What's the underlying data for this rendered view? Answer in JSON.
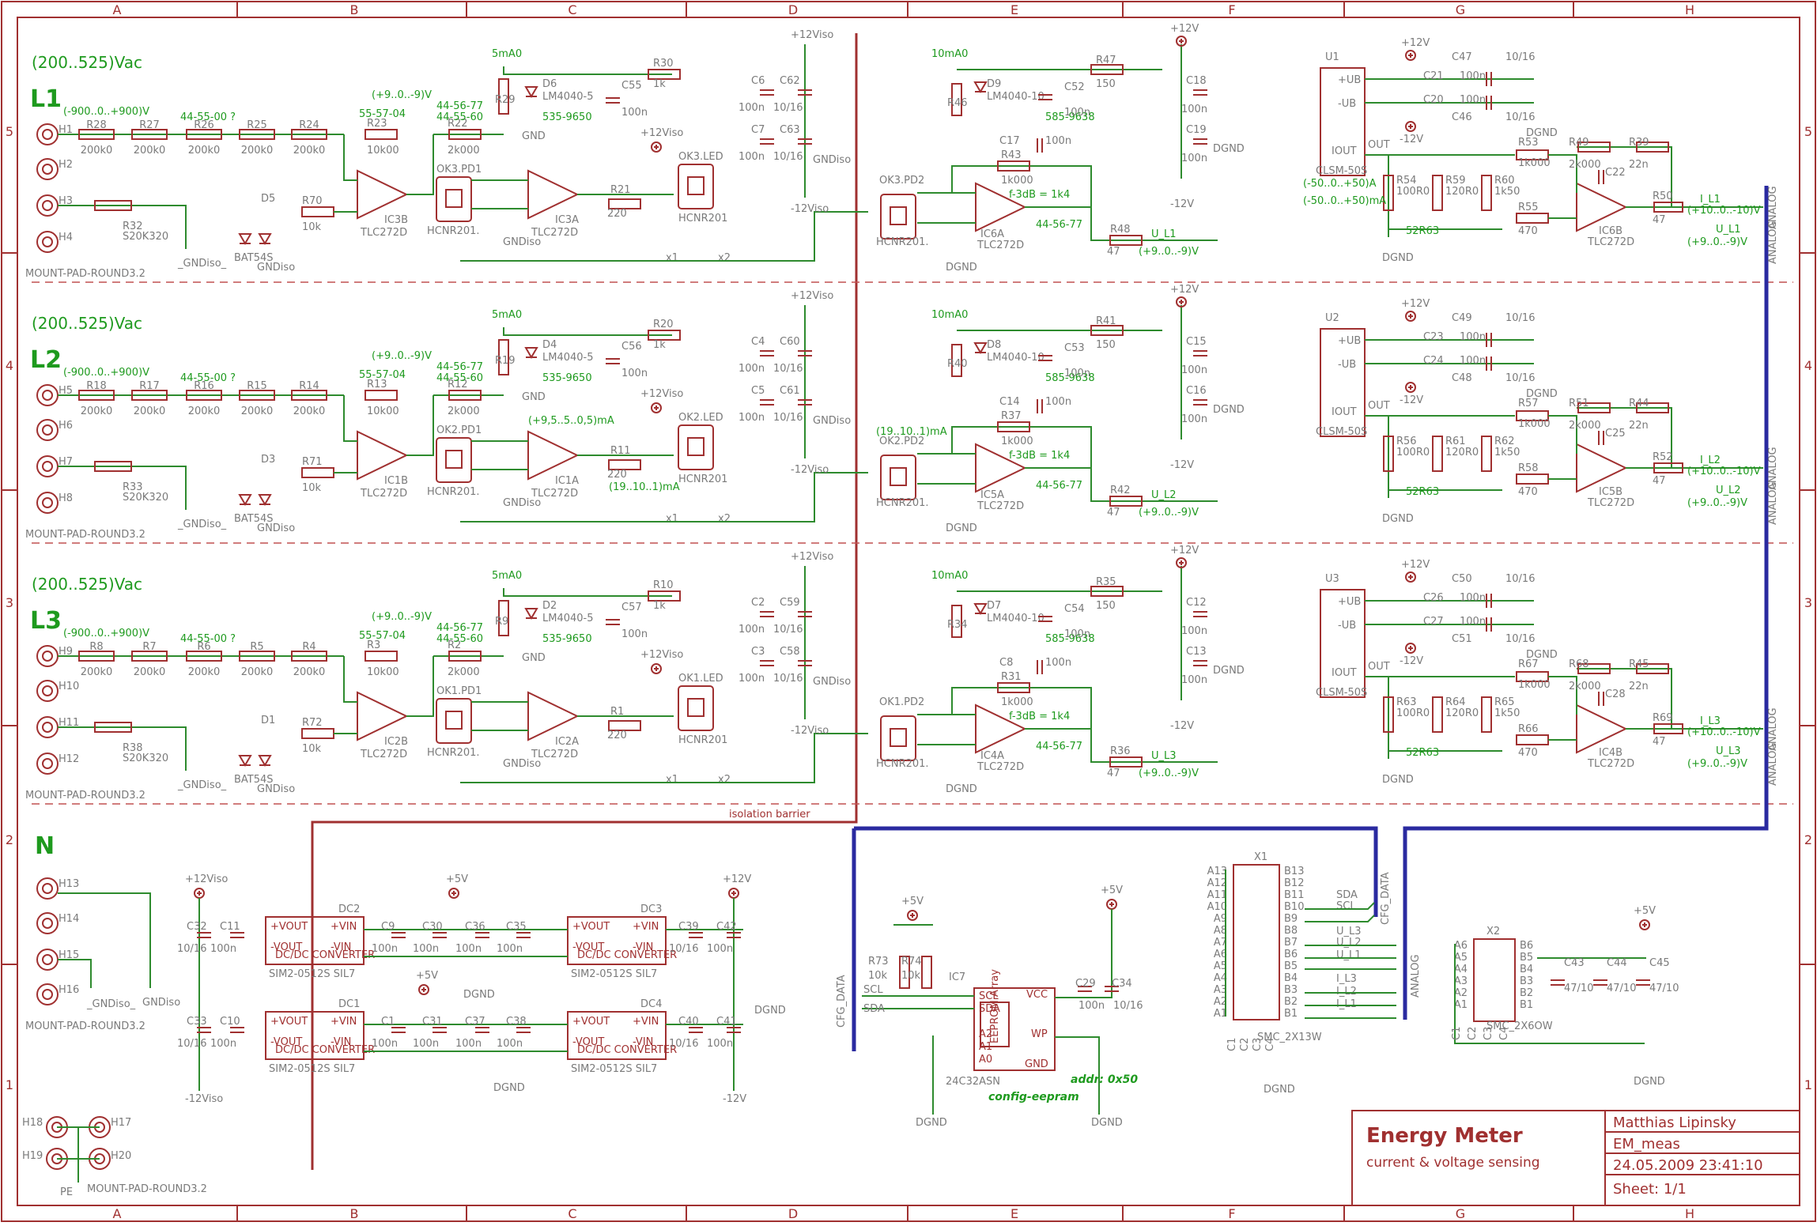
{
  "title_block": {
    "title": "Energy Meter",
    "subtitle": "current & voltage sensing",
    "author": "Matthias Lipinsky",
    "project": "EM_meas",
    "date": "24.05.2009 23:41:10",
    "sheet": "Sheet: 1/1"
  },
  "grid": {
    "columns": [
      "A",
      "B",
      "C",
      "D",
      "E",
      "F",
      "G",
      "H"
    ],
    "rows": [
      "5",
      "4",
      "3",
      "2",
      "1"
    ]
  },
  "phases": [
    {
      "name": "L1",
      "vac": "(200..525)Vac",
      "volt_range": "(-900..0..+900)V",
      "chain": [
        "R28",
        "R27",
        "R26",
        "R25",
        "R24"
      ],
      "chain_value": "200k0",
      "chain_code": "44-55-00 ?",
      "pads": [
        "H1",
        "H2",
        "H3",
        "H4"
      ],
      "varistor": "R32",
      "varistor_value": "S20K320",
      "gnd": "_GNDiso_",
      "diode": "D5",
      "diode_value": "BAT54S",
      "r_in": "R70",
      "r_in_value": "10k",
      "op_amp": "IC3B",
      "r_fb": "R23",
      "r_fb_value": "10k00",
      "fb_code": "55-57-04",
      "op_range": "(+9..0..-9)V",
      "r_led": "R22",
      "r_led_value": "2k000",
      "codes": [
        "44-56-77",
        "44-55-60"
      ],
      "opto": "OK3.PD1",
      "opto_value": "HCNR201.",
      "op_amp2": "IC3A",
      "r_out": "R21",
      "r_out_value": "220",
      "led": "OK3.LED",
      "led_value": "HCNR201",
      "ref_res": "R29",
      "ref_diode": "D6",
      "ref_diode_value": "LM4040-5",
      "ref_cur": "5mA0",
      "ref_code": "535-9650",
      "r_top": "R30",
      "r_top_value": "1k",
      "c_top": "C55",
      "c_top_value": "100n",
      "caps_iso": [
        "C6",
        "C62",
        "C7",
        "C63"
      ],
      "rx_opto": "OK3.PD2",
      "rx_op": "IC6A",
      "rx_fb": "R43",
      "rx_cap": "C17",
      "rx_ref_res": "R46",
      "rx_ref_diode": "D9",
      "rx_ref_value": "LM4040-10",
      "rx_cur": "10mA0",
      "rx_code": "585-9638",
      "rx_r": "R47",
      "rx_c": "C52",
      "rx_caps": [
        "C18",
        "C19"
      ],
      "rx_out_r": "R48",
      "out_net": "U_L1",
      "out_range": "(+9..0..-9)V",
      "sensor": "U1",
      "sensor_value": "CLSM-50S",
      "sensor_caps": [
        "C47",
        "C21",
        "C20",
        "C46"
      ],
      "burden": [
        "R54",
        "R59",
        "R60"
      ],
      "burden_values": [
        "100R0",
        "120R0",
        "1k50"
      ],
      "amp": "IC6B",
      "amp_r": [
        "R53",
        "R49",
        "R39",
        "R55"
      ],
      "amp_c": "C22",
      "amp_out_r": "R50",
      "amp_range": "(+10..0..-10)V",
      "cur_range": "(-50..0..+50)A",
      "cur_ma": "(-50..0..+50)mA",
      "node": "52R63",
      "i_net": "I_L1"
    },
    {
      "name": "L2",
      "vac": "(200..525)Vac",
      "volt_range": "(-900..0..+900)V",
      "chain": [
        "R18",
        "R17",
        "R16",
        "R15",
        "R14"
      ],
      "chain_value": "200k0",
      "chain_code": "44-55-00 ?",
      "pads": [
        "H5",
        "H6",
        "H7",
        "H8"
      ],
      "varistor": "R33",
      "varistor_value": "S20K320",
      "gnd": "_GNDiso_",
      "diode": "D3",
      "diode_value": "BAT54S",
      "r_in": "R71",
      "r_in_value": "10k",
      "op_amp": "IC1B",
      "r_fb": "R13",
      "r_fb_value": "10k00",
      "fb_code": "55-57-04",
      "op_range": "(+9..0..-9)V",
      "r_led": "R12",
      "r_led_value": "2k000",
      "codes": [
        "44-56-77",
        "44-55-60"
      ],
      "opto": "OK2.PD1",
      "opto_value": "HCNR201.",
      "op_amp2": "IC1A",
      "r_out": "R11",
      "r_out_value": "220",
      "led": "OK2.LED",
      "led_value": "HCNR201",
      "ref_res": "R19",
      "ref_diode": "D4",
      "ref_diode_value": "LM4040-5",
      "ref_cur": "5mA0",
      "ref_code": "535-9650",
      "r_top": "R20",
      "r_top_value": "1k",
      "c_top": "C56",
      "c_top_value": "100n",
      "caps_iso": [
        "C4",
        "C60",
        "C5",
        "C61"
      ],
      "rx_opto": "OK2.PD2",
      "rx_op": "IC5A",
      "rx_fb": "R37",
      "rx_cap": "C14",
      "rx_ref_res": "R40",
      "rx_ref_diode": "D8",
      "rx_ref_value": "LM4040-10",
      "rx_cur": "10mA0",
      "rx_code": "585-9638",
      "rx_r": "R41",
      "rx_c": "C53",
      "rx_caps": [
        "C15",
        "C16"
      ],
      "rx_out_r": "R42",
      "out_net": "U_L2",
      "out_range": "(+9..0..-9)V",
      "sensor": "U2",
      "sensor_value": "CLSM-50S",
      "sensor_caps": [
        "C49",
        "C23",
        "C24",
        "C48"
      ],
      "burden": [
        "R56",
        "R61",
        "R62"
      ],
      "burden_values": [
        "100R0",
        "120R0",
        "1k50"
      ],
      "amp": "IC5B",
      "amp_r": [
        "R57",
        "R51",
        "R44",
        "R58"
      ],
      "amp_c": "C25",
      "amp_out_r": "R52",
      "amp_range": "(+10..0..-10)V",
      "cur_range": "",
      "cur_ma": "",
      "node": "52R63",
      "i_net": "I_L2",
      "extra_led_cur": "(+9,5..5..0,5)mA",
      "extra_cur": "(19..10..1)mA"
    },
    {
      "name": "L3",
      "vac": "(200..525)Vac",
      "volt_range": "(-900..0..+900)V",
      "chain": [
        "R8",
        "R7",
        "R6",
        "R5",
        "R4"
      ],
      "chain_value": "200k0",
      "chain_code": "44-55-00 ?",
      "pads": [
        "H9",
        "H10",
        "H11",
        "H12"
      ],
      "varistor": "R38",
      "varistor_value": "S20K320",
      "gnd": "_GNDiso_",
      "diode": "D1",
      "diode_value": "BAT54S",
      "r_in": "R72",
      "r_in_value": "10k",
      "op_amp": "IC2B",
      "r_fb": "R3",
      "r_fb_value": "10k00",
      "fb_code": "55-57-04",
      "op_range": "(+9..0..-9)V",
      "r_led": "R2",
      "r_led_value": "2k000",
      "codes": [
        "44-56-77",
        "44-55-60"
      ],
      "opto": "OK1.PD1",
      "opto_value": "HCNR201.",
      "op_amp2": "IC2A",
      "r_out": "R1",
      "r_out_value": "220",
      "led": "OK1.LED",
      "led_value": "HCNR201",
      "ref_res": "R9",
      "ref_diode": "D2",
      "ref_diode_value": "LM4040-5",
      "ref_cur": "5mA0",
      "ref_code": "535-9650",
      "r_top": "R10",
      "r_top_value": "1k",
      "c_top": "C57",
      "c_top_value": "100n",
      "caps_iso": [
        "C2",
        "C59",
        "C3",
        "C58"
      ],
      "rx_opto": "OK1.PD2",
      "rx_op": "IC4A",
      "rx_fb": "R31",
      "rx_cap": "C8",
      "rx_ref_res": "R34",
      "rx_ref_diode": "D7",
      "rx_ref_value": "LM4040-10",
      "rx_cur": "10mA0",
      "rx_code": "585-9638",
      "rx_r": "R35",
      "rx_c": "C54",
      "rx_caps": [
        "C12",
        "C13"
      ],
      "rx_out_r": "R36",
      "out_net": "U_L3",
      "out_range": "(+9..0..-9)V",
      "sensor": "U3",
      "sensor_value": "CLSM-50S",
      "sensor_caps": [
        "C50",
        "C26",
        "C27",
        "C51"
      ],
      "burden": [
        "R63",
        "R64",
        "R65"
      ],
      "burden_values": [
        "100R0",
        "120R0",
        "1k50"
      ],
      "amp": "IC4B",
      "amp_r": [
        "R67",
        "R68",
        "R45",
        "R66"
      ],
      "amp_c": "C28",
      "amp_out_r": "R69",
      "amp_range": "(+10..0..-10)V",
      "cur_range": "",
      "cur_ma": "",
      "node": "52R63",
      "i_net": "I_L3"
    }
  ],
  "common_labels": {
    "pad_type": "MOUNT-PAD-ROUND3.2",
    "gndiso": "GNDiso",
    "gnd": "GND",
    "dgnd": "DGND",
    "v12iso": "+12Viso",
    "vm12iso": "-12Viso",
    "v12": "+12V",
    "vm12": "-12V",
    "v5": "+5V",
    "cap_100n": "100n",
    "cap_10_16": "10/16",
    "f3db": "f-3dB = 1k4",
    "r1k": "1k000",
    "r150": "150",
    "r47": "47",
    "r470": "470",
    "r2k": "2k000",
    "c22n": "22n",
    "r1k000": "1k000",
    "plus_ub": "+UB",
    "minus_ub": "-UB",
    "iout": "IOUT",
    "out": "OUT",
    "x1": "x1",
    "x2": "x2",
    "analog": "ANALOG",
    "tlc": "TLC272D",
    "hcnr": "HCNR201.",
    "code_44_56_77": "44-56-77",
    "isolation": "isolation barrier",
    "n_label": "N",
    "pe": "PE",
    "ndc": "_GNDiso_"
  },
  "neutral": {
    "pads": [
      "H13",
      "H14",
      "H15",
      "H16"
    ],
    "mount_pads": [
      "H18",
      "H17",
      "H19",
      "H20"
    ]
  },
  "dcdc": [
    {
      "ref": "DC2",
      "value": "SIM2-0512S SIL7",
      "label": "DC/DC CONVERTER"
    },
    {
      "ref": "DC3",
      "value": "SIM2-0512S SIL7",
      "label": "DC/DC CONVERTER"
    },
    {
      "ref": "DC1",
      "value": "SIM2-0512S SIL7",
      "label": "DC/DC CONVERTER"
    },
    {
      "ref": "DC4",
      "value": "SIM2-0512S SIL7",
      "label": "DC/DC CONVERTER"
    }
  ],
  "dcdc_pins": {
    "vout_p": "+VOUT",
    "vout_n": "-VOUT",
    "vin_p": "+VIN",
    "vin_n": "-VIN"
  },
  "dcdc_caps": [
    "C32",
    "C11",
    "C9",
    "C30",
    "C36",
    "C35",
    "C39",
    "C42",
    "C33",
    "C10",
    "C1",
    "C31",
    "C37",
    "C38",
    "C40",
    "C41"
  ],
  "eeprom": {
    "ref": "IC7",
    "value": "24C32ASN",
    "array": "EEPROM Array",
    "pins": [
      "SCL",
      "SDA",
      "A2",
      "A1",
      "A0",
      "VCC",
      "WP",
      "GND"
    ],
    "pullups": [
      "R73",
      "R74"
    ],
    "pullup_value": "10k",
    "caps": [
      "C29",
      "C34"
    ],
    "addr": "addr: 0x50",
    "name": "config-eepram",
    "bus": "CFG_DATA",
    "scl": "SCL",
    "sda": "SDA"
  },
  "connector_x1": {
    "ref": "X1",
    "value": "SMC_2X13W",
    "left": [
      "A13",
      "A12",
      "A11",
      "A10",
      "A9",
      "A8",
      "A7",
      "A6",
      "A5",
      "A4",
      "A3",
      "A2",
      "A1"
    ],
    "right": [
      "B13",
      "B12",
      "B11",
      "B10",
      "B9",
      "B8",
      "B7",
      "B6",
      "B5",
      "B4",
      "B3",
      "B2",
      "B1"
    ],
    "signals": [
      "SDA",
      "SCL",
      "U_L3",
      "U_L2",
      "U_L1",
      "I_L3",
      "I_L2",
      "I_L1"
    ],
    "bus": "CFG_DATA",
    "analog": "ANALOG",
    "bottom": [
      "C1",
      "C2",
      "C3",
      "C4"
    ]
  },
  "connector_x2": {
    "ref": "X2",
    "value": "SMC_2X6OW",
    "left": [
      "A6",
      "A5",
      "A4",
      "A3",
      "A2",
      "A1"
    ],
    "right": [
      "B6",
      "B5",
      "B4",
      "B3",
      "B2",
      "B1"
    ],
    "caps": [
      "C43",
      "C44",
      "C45"
    ],
    "cap_value": "47/10",
    "bottom": [
      "C1",
      "C2",
      "C3",
      "C4"
    ]
  },
  "colors": {
    "frame": "#a03030",
    "wire": "#2e8b2e",
    "label_green": "#1e9a1e",
    "part_gray": "#7a7a7a",
    "bus": "#2a2aa0"
  }
}
